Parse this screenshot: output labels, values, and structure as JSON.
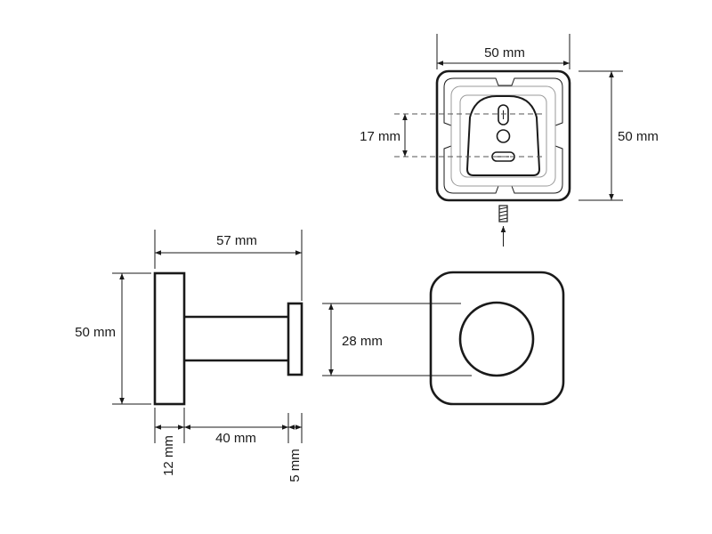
{
  "dimensions": {
    "plate_width": "50 mm",
    "plate_height": "50 mm",
    "mount_spacing": "17 mm",
    "hook_length": "57 mm",
    "base_height": "50 mm",
    "knob_diameter": "28 mm",
    "base_depth": "12 mm",
    "rod_length": "40 mm",
    "knob_depth": "5 mm"
  }
}
